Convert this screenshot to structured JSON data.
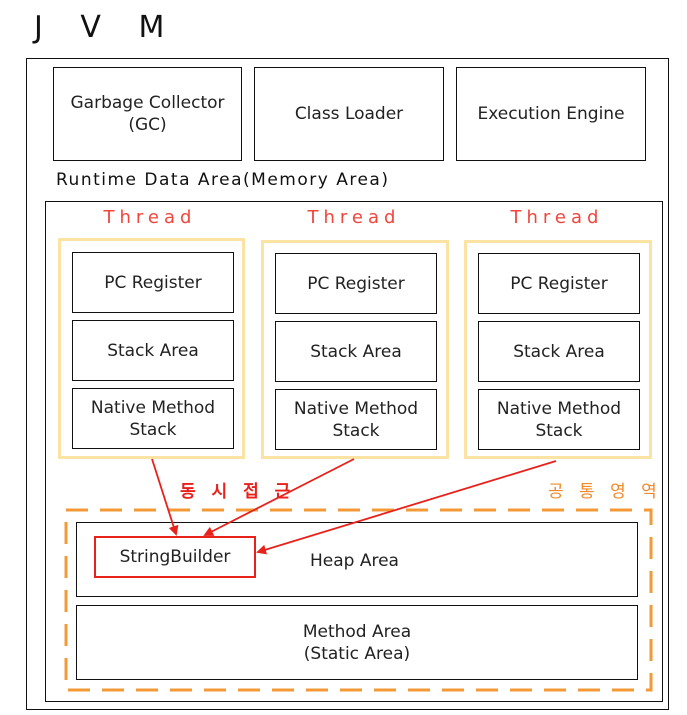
{
  "title": "J V M",
  "top_components": [
    "Garbage Collector\n(GC)",
    "Class Loader",
    "Execution Engine"
  ],
  "runtime_label": "Runtime Data Area(Memory Area)",
  "threads": [
    {
      "label": "Thread",
      "items": [
        "PC Register",
        "Stack Area",
        "Native Method\nStack"
      ]
    },
    {
      "label": "Thread",
      "items": [
        "PC Register",
        "Stack Area",
        "Native Method\nStack"
      ]
    },
    {
      "label": "Thread",
      "items": [
        "PC Register",
        "Stack Area",
        "Native Method\nStack"
      ]
    }
  ],
  "concurrent_label": "동 시 접 근",
  "common_label": "공 통 영 역",
  "heap_label": "Heap Area",
  "string_builder_label": "StringBuilder",
  "method_area_label": "Method Area\n(Static Area)",
  "colors": {
    "thread_label": "#f0463c",
    "thread_border": "#fbe3a4",
    "common_border": "#f39a37",
    "arrow": "#e8221b"
  }
}
